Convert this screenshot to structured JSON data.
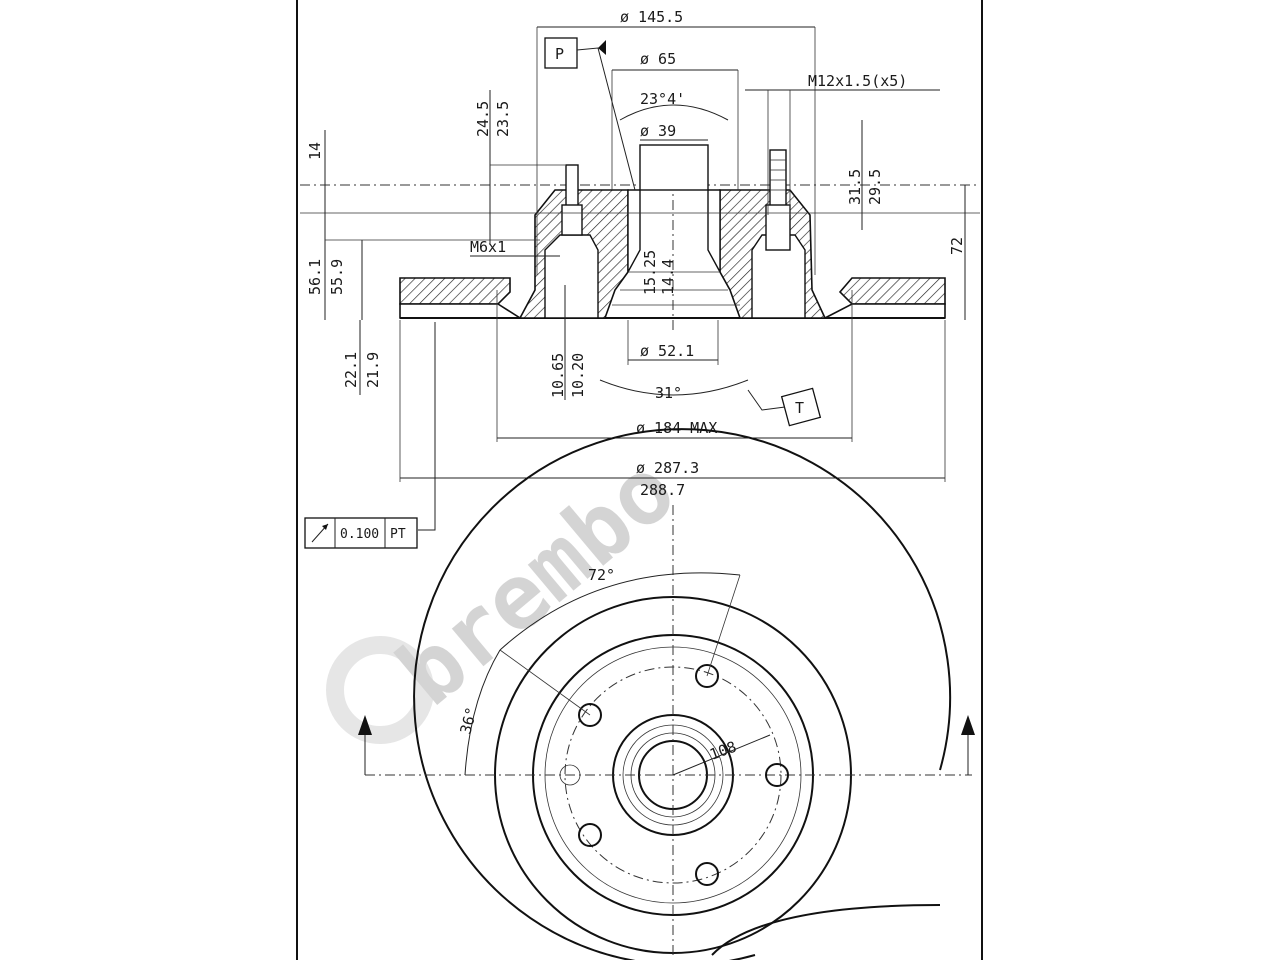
{
  "drawing": {
    "top_view_labels": {
      "d_145_5": "ø 145.5",
      "d_65": "ø 65",
      "angle_23_4": "23°4'",
      "d_39": "ø 39",
      "thread_m12": "M12x1.5(x5)",
      "thread_m6": "M6x1",
      "v_14": "14",
      "v_24_5": "24.5",
      "v_23_5": "23.5",
      "v_31_5": "31.5",
      "v_29_5": "29.5",
      "v_72": "72",
      "v_56_1": "56.1",
      "v_55_9": "55.9",
      "v_15_25": "15.25",
      "v_14_4": "14.4",
      "v_22_1": "22.1",
      "v_21_9": "21.9",
      "v_10_65": "10.65",
      "v_10_20": "10.20",
      "d_52_1": "ø 52.1",
      "angle_31": "31°",
      "d_184": "ø 184 MAX",
      "d_287_3": "ø 287.3",
      "v_288_7": "288.7",
      "datum_p": "P",
      "datum_t": "T"
    },
    "tolerance": {
      "value": "0.100",
      "ref": "PT"
    },
    "front_view_labels": {
      "angle_72": "72°",
      "angle_36": "36°",
      "pcd_108": "108"
    },
    "watermark": "brembo"
  }
}
